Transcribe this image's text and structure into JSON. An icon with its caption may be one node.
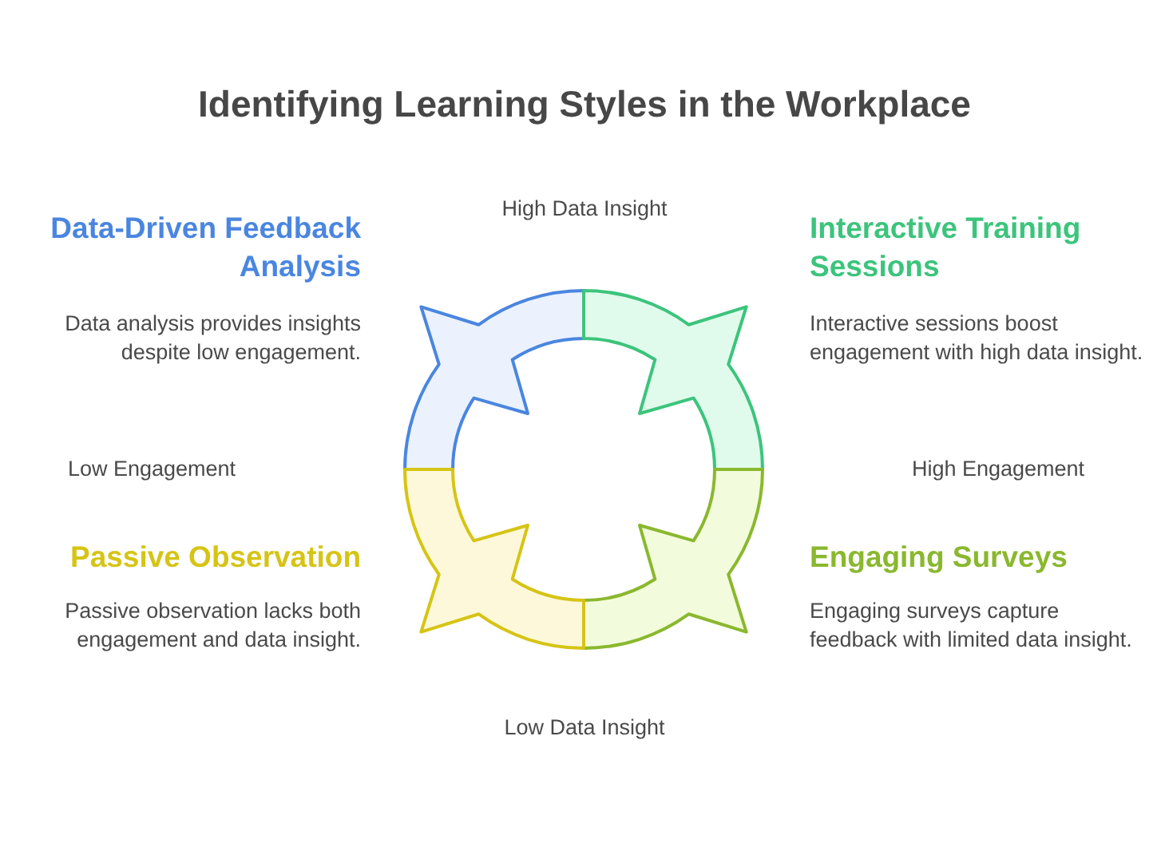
{
  "diagram": {
    "title": "Identifying Learning Styles in the Workplace",
    "nodes": [
      {
        "text": [
          "Data-Driven Feedback Analysis",
          "Data analysis provides insights despite low engagement."
        ]
      },
      {
        "text": [
          "Interactive Training Sessions",
          "Interactive sessions boost engagement with high data insight."
        ]
      },
      {
        "text": [
          "Passive Observation",
          "Passive observation lacks both engagement and data insight."
        ]
      },
      {
        "text": [
          "Engaging Surveys",
          "Engaging surveys capture feedback with limited data insight."
        ]
      }
    ],
    "labels": [
      "High Data Insight",
      "Low Engagement",
      "High Engagement",
      "Low Data Insight"
    ]
  }
}
